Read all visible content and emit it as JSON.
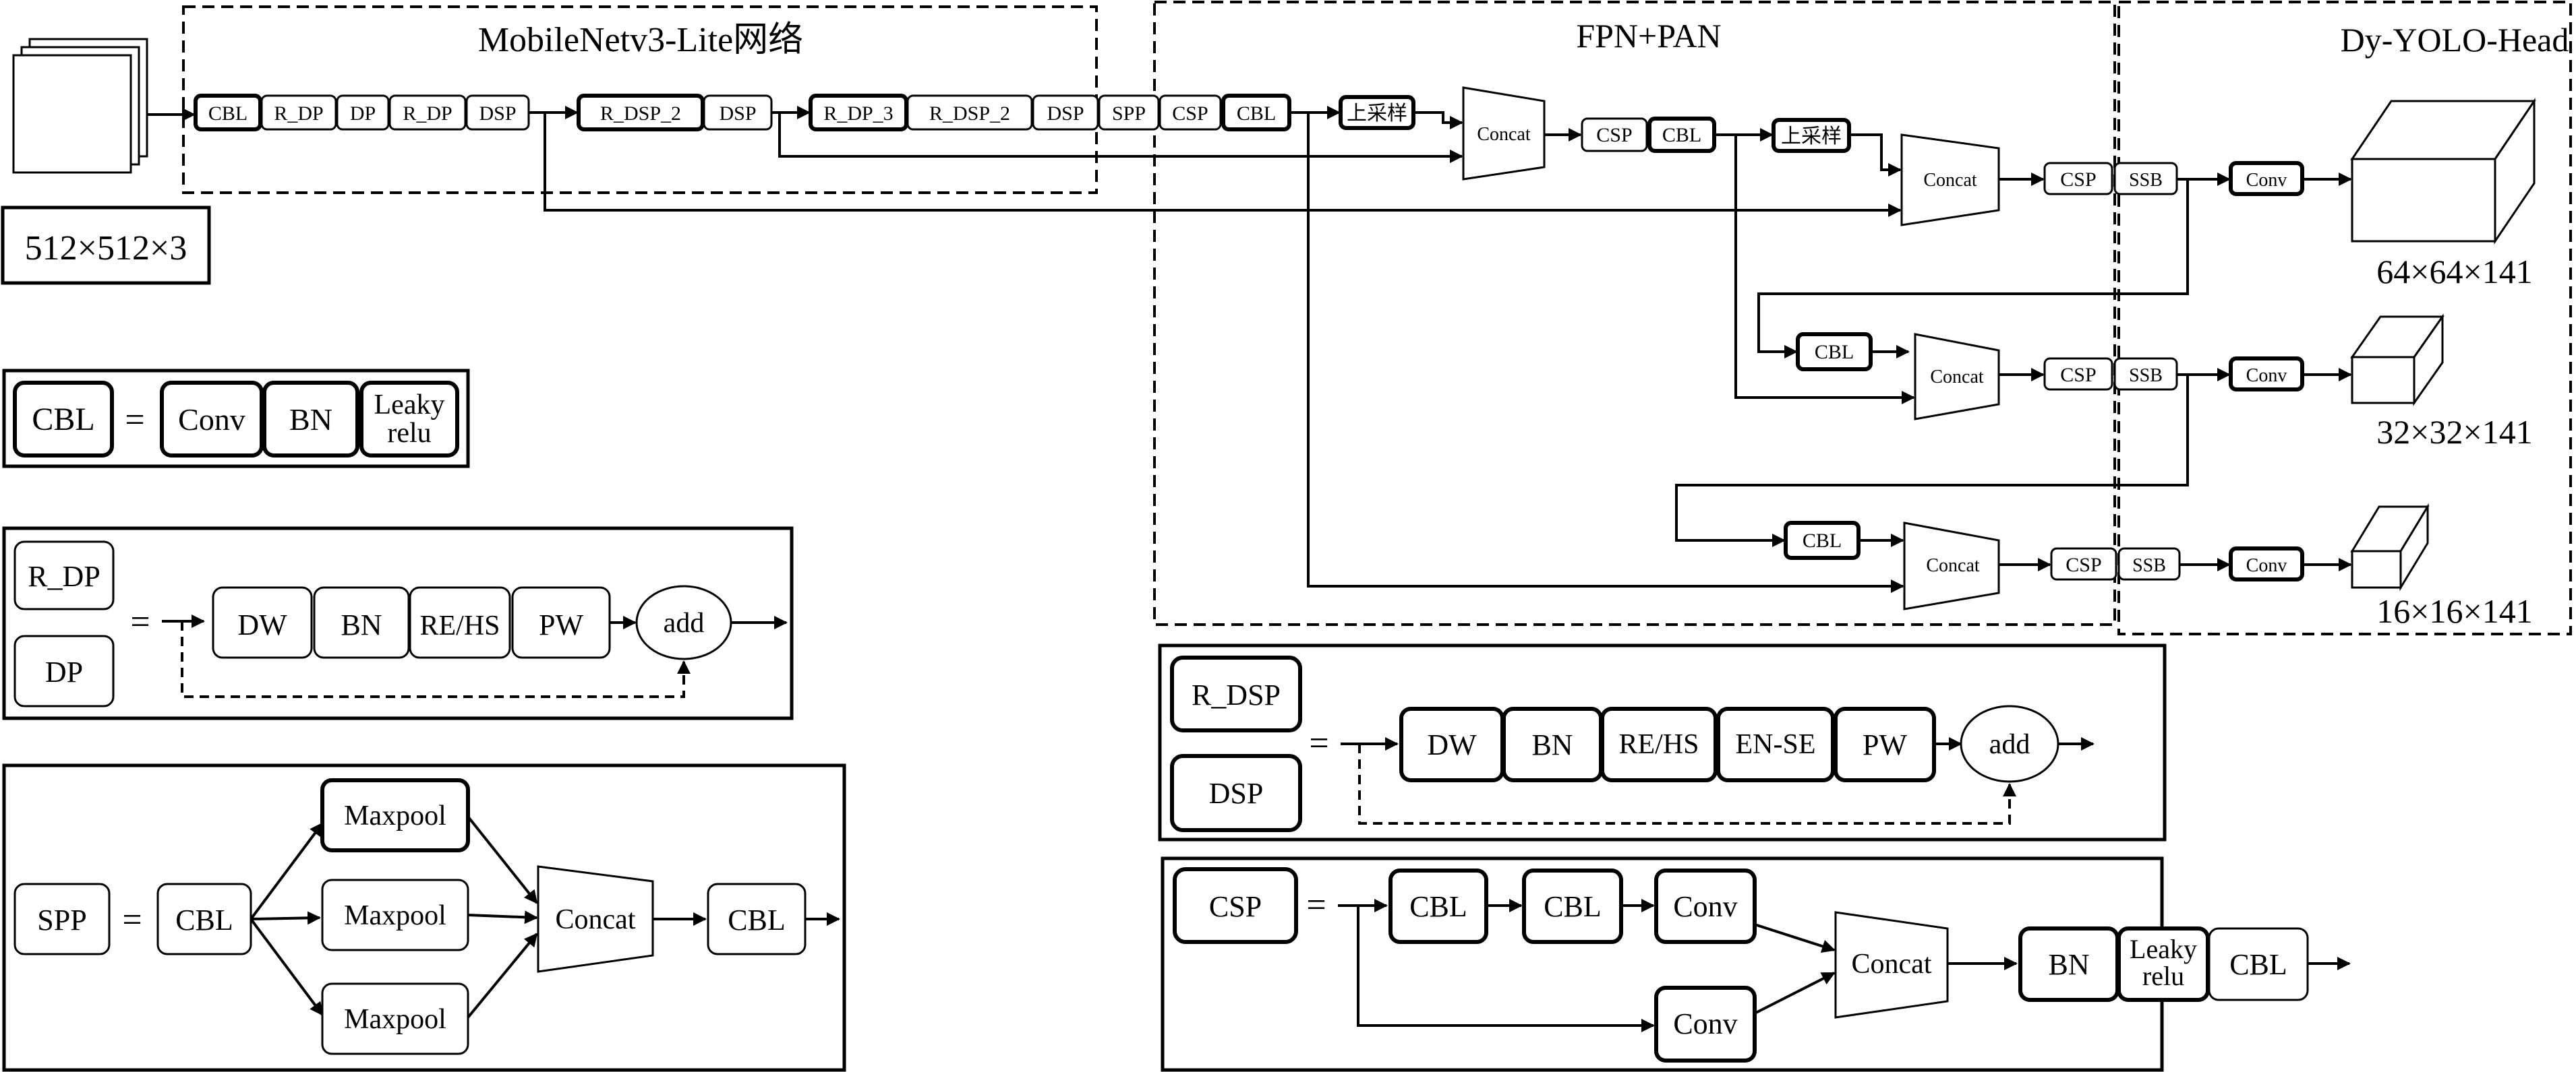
{
  "regions": {
    "backbone": "MobileNetv3-Lite网络",
    "neck": "FPN+PAN",
    "head": "Dy-YOLO-Head"
  },
  "input": {
    "size": "512×512×3"
  },
  "backbone_blocks": [
    "CBL",
    "R_DP",
    "DP",
    "R_DP",
    "DSP",
    "R_DSP_2",
    "DSP",
    "R_DP_3",
    "R_DSP_2",
    "DSP",
    "SPP",
    "CSP",
    "CBL"
  ],
  "neck_labels": {
    "upsample": "上采样",
    "concat": "Concat",
    "csp": "CSP",
    "cbl": "CBL",
    "ssb": "SSB",
    "conv": "Conv"
  },
  "outputs": [
    "64×64×141",
    "32×32×141",
    "16×16×141"
  ],
  "legend": {
    "cbl": {
      "name": "CBL",
      "eq": "=",
      "parts": [
        "Conv",
        "BN"
      ],
      "leaky": [
        "Leaky",
        "relu"
      ]
    },
    "rdp": {
      "names": [
        "R_DP",
        "DP"
      ],
      "eq": "=",
      "parts": [
        "DW",
        "BN",
        "RE/HS",
        "PW"
      ],
      "add": "add"
    },
    "spp": {
      "name": "SPP",
      "eq": "=",
      "cbl": "CBL",
      "pools": [
        "Maxpool",
        "Maxpool",
        "Maxpool"
      ],
      "concat": "Concat"
    },
    "rdsp": {
      "names": [
        "R_DSP",
        "DSP"
      ],
      "eq": "=",
      "parts": [
        "DW",
        "BN",
        "RE/HS",
        "EN-SE",
        "PW"
      ],
      "add": "add"
    },
    "csp": {
      "name": "CSP",
      "eq": "=",
      "cbl": "CBL",
      "conv": "Conv",
      "concat": "Concat",
      "bn": "BN",
      "leaky": [
        "Leaky",
        "relu"
      ]
    }
  }
}
